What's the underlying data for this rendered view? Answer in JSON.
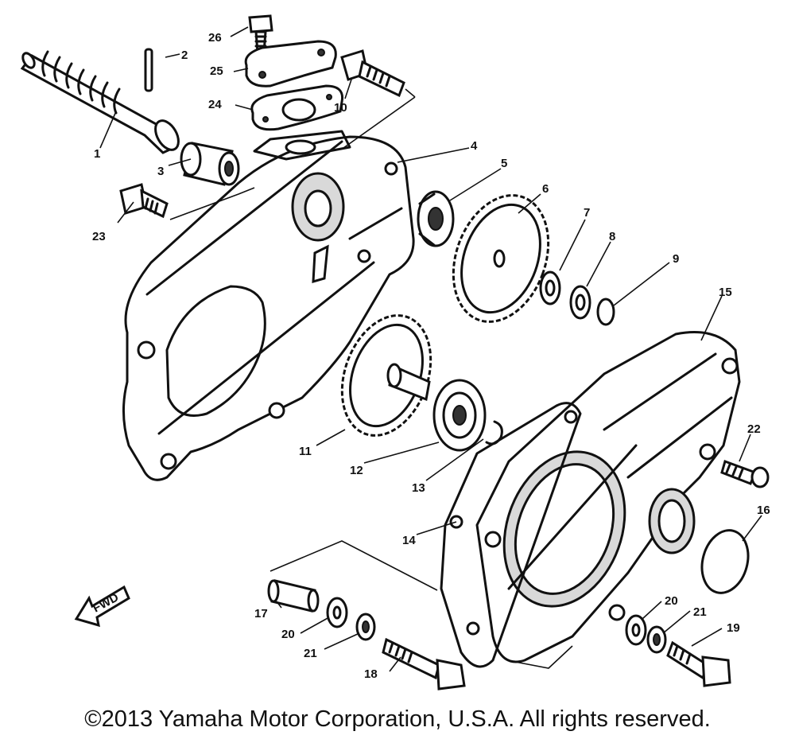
{
  "callouts": [
    "1",
    "2",
    "3",
    "4",
    "5",
    "6",
    "7",
    "8",
    "9",
    "10",
    "11",
    "12",
    "13",
    "14",
    "15",
    "16",
    "17",
    "18",
    "19",
    "20",
    "20",
    "21",
    "21",
    "22",
    "23",
    "24",
    "25",
    "26"
  ],
  "fwd_label": "FWD",
  "copyright": "©2013 Yamaha Motor Corporation, U.S.A. All rights reserved."
}
